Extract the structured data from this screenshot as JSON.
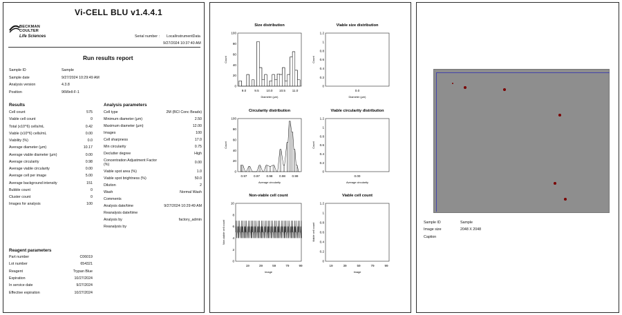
{
  "report": {
    "app_title": "Vi-CELL BLU v1.4.4.1",
    "logo": {
      "line1": "BECKMAN",
      "line2": "COULTER",
      "line3": "Life Sciences"
    },
    "serial_label": "Serial number :",
    "serial_value": "LocalInstrumentData",
    "timestamp": "9/27/2024 10:37:40 AM",
    "report_title": "Run results report",
    "sample_info": [
      {
        "label": "Sample ID",
        "value": "Sample"
      },
      {
        "label": "Sample date",
        "value": "9/27/2024 10:29:49 AM"
      },
      {
        "label": "Analysis version",
        "value": "4.3.8"
      },
      {
        "label": "Position",
        "value": "96Well-F-1"
      }
    ],
    "results_title": "Results",
    "results": [
      {
        "label": "Cell count",
        "value": "575"
      },
      {
        "label": "Viable cell count",
        "value": "0"
      },
      {
        "label": "Total (x10^6) cells/mL",
        "value": "0.42"
      },
      {
        "label": "Viable (x10^6) cells/mL",
        "value": "0.00"
      },
      {
        "label": "Viability (%)",
        "value": "0.0"
      },
      {
        "label": "Average diameter (µm)",
        "value": "10.17"
      },
      {
        "label": "Average viable diameter (µm)",
        "value": "0.00"
      },
      {
        "label": "Average circularity",
        "value": "0.98"
      },
      {
        "label": "Average viable circularity",
        "value": "0.00"
      },
      {
        "label": "Average cell per image",
        "value": "5.00"
      },
      {
        "label": "Average background intensity",
        "value": "151"
      },
      {
        "label": "Bubble count",
        "value": "0"
      },
      {
        "label": "Cluster count",
        "value": "0"
      },
      {
        "label": "Images for analysis",
        "value": "100"
      }
    ],
    "analysis_title": "Analysis parameters",
    "analysis": [
      {
        "label": "Cell type",
        "value": "2M (BCI Conc Beads)"
      },
      {
        "label": "Minimum diameter (µm)",
        "value": "2.50"
      },
      {
        "label": "Maximum diameter (µm)",
        "value": "12.00"
      },
      {
        "label": "Images",
        "value": "100"
      },
      {
        "label": "Cell sharpness",
        "value": "17.0"
      },
      {
        "label": "Min circularity",
        "value": "0.75"
      },
      {
        "label": "Declutter degree",
        "value": "High"
      },
      {
        "label": "Concentration Adjustment Factor (%)",
        "value": "0.00"
      },
      {
        "label": "Viable spot area (%)",
        "value": "1.0"
      },
      {
        "label": "Viable spot brightness (%)",
        "value": "50.0"
      },
      {
        "label": "Dilution",
        "value": "2"
      },
      {
        "label": "Wash",
        "value": "Normal Wash"
      },
      {
        "label": "Comments",
        "value": ""
      },
      {
        "label": "Analysis date/time",
        "value": "9/27/2024 10:29:49 AM"
      },
      {
        "label": "Reanalysis date/time",
        "value": ""
      },
      {
        "label": "Analysis by",
        "value": "factory_admin"
      },
      {
        "label": "Reanalysis by",
        "value": ""
      }
    ],
    "reagent_title": "Reagent parameters",
    "reagent": [
      {
        "label": "Part number",
        "value": "C06019"
      },
      {
        "label": "Lot number",
        "value": "654321"
      },
      {
        "label": "Reagent",
        "value": "Trypan Blue"
      },
      {
        "label": "Expiration",
        "value": "10/27/2024"
      },
      {
        "label": "In service date",
        "value": "9/27/2024"
      },
      {
        "label": "Effective expiration",
        "value": "10/27/2024"
      }
    ]
  },
  "chart_data": [
    {
      "type": "histogram",
      "title": "Size distribution",
      "xlabel": "Diameter (µm)",
      "ylabel": "Count",
      "ylim": [
        0,
        100
      ],
      "yticks": [
        "0",
        "20",
        "40",
        "60",
        "80",
        "100"
      ],
      "xticks": [
        "9.0",
        "9.5",
        "10.0",
        "10.5",
        "11.0"
      ],
      "xlim": [
        8.7,
        11.2
      ],
      "x": [
        8.8,
        8.9,
        9.0,
        9.1,
        9.2,
        9.3,
        9.4,
        9.5,
        9.6,
        9.7,
        9.8,
        9.9,
        10.0,
        10.1,
        10.2,
        10.3,
        10.4,
        10.5,
        10.6,
        10.7,
        10.8,
        10.9,
        11.0,
        11.1
      ],
      "values": [
        10,
        0,
        0,
        22,
        0,
        12,
        0,
        84,
        35,
        12,
        22,
        0,
        10,
        22,
        12,
        23,
        22,
        35,
        10,
        22,
        55,
        65,
        30,
        12
      ]
    },
    {
      "type": "histogram",
      "title": "Viable size distribution",
      "xlabel": "Diameter (µm)",
      "ylabel": "Count",
      "ylim": [
        0,
        1.2
      ],
      "yticks": [
        "0",
        "0.2",
        "0.4",
        "0.6",
        "0.8",
        "1",
        "1.2"
      ],
      "xticks": [
        "0.0"
      ],
      "x": [],
      "values": []
    },
    {
      "type": "histogram",
      "title": "Circularity distribution",
      "xlabel": "Average circularity",
      "ylabel": "Count",
      "ylim": [
        0,
        100
      ],
      "yticks": [
        "0",
        "20",
        "40",
        "60",
        "80",
        "100"
      ],
      "xticks": [
        "0.97",
        "0.97",
        "0.98",
        "0.98",
        "0.99"
      ],
      "xlim": [
        0.965,
        0.9925
      ],
      "x": [
        0.9665,
        0.967,
        0.9685,
        0.97,
        0.9715,
        0.973,
        0.9745,
        0.976,
        0.9775,
        0.979,
        0.9805,
        0.982,
        0.9835,
        0.985,
        0.9865,
        0.9875,
        0.9885,
        0.9895,
        0.9905,
        0.9915
      ],
      "values": [
        12,
        12,
        0,
        10,
        0,
        0,
        12,
        0,
        12,
        10,
        12,
        0,
        42,
        12,
        55,
        95,
        75,
        42,
        12,
        0
      ]
    },
    {
      "type": "histogram",
      "title": "Viable circularity distribution",
      "xlabel": "Average circularity",
      "ylabel": "Count",
      "ylim": [
        0,
        1.2
      ],
      "yticks": [
        "0",
        "0.2",
        "0.4",
        "0.6",
        "0.8",
        "1",
        "1.2"
      ],
      "xticks": [
        "0.00"
      ],
      "x": [],
      "values": []
    },
    {
      "type": "line",
      "title": "Non-viable cell count",
      "xlabel": "Image",
      "ylabel": "Non-viable cell count",
      "ylim": [
        0,
        10
      ],
      "yticks": [
        "0",
        "2",
        "4",
        "6",
        "8",
        "10"
      ],
      "xticks": [
        "19",
        "39",
        "59",
        "79",
        "99"
      ],
      "xlim": [
        1,
        100
      ],
      "pattern_high": [
        7,
        6,
        7,
        5,
        6
      ],
      "pattern_low": [
        4,
        5,
        4,
        5,
        4
      ]
    },
    {
      "type": "line",
      "title": "Viable cell count",
      "xlabel": "Image",
      "ylabel": "Viable cell count",
      "ylim": [
        0,
        1.2
      ],
      "yticks": [
        "0",
        "0.2",
        "0.4",
        "0.6",
        "0.8",
        "1",
        "1.2"
      ],
      "xticks": [
        "19",
        "39",
        "59",
        "79",
        "99"
      ],
      "x": [],
      "values": []
    }
  ],
  "image_panel": {
    "meta": [
      {
        "label": "Sample ID",
        "value": "Sample"
      },
      {
        "label": "Image size",
        "value": "2048 X 2048"
      },
      {
        "label": "Caption",
        "value": ""
      }
    ],
    "colors": {
      "background": "#8c8c8c",
      "cell": "#7a0000",
      "frame": "#4444aa"
    }
  }
}
